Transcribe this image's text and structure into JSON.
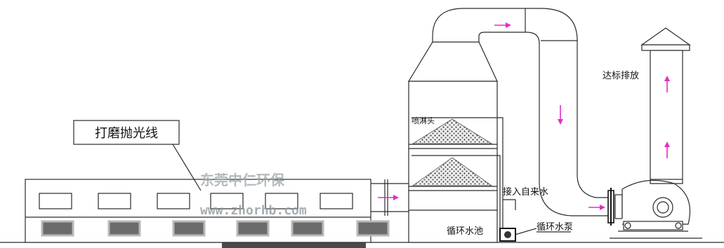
{
  "labels": {
    "grinding_line": "打磨抛光线",
    "watermark_company": "东莞中仁环保",
    "watermark_url": "www.zhorhb.com",
    "spray_head": "喷淋头",
    "tap_water": "接入自来水",
    "circulation_pool": "循环水池",
    "circulation_pump": "循环水泵",
    "discharge": "达标排放"
  },
  "colors": {
    "line": "#2a2a2a",
    "flow_arrow": "#e02ec8",
    "dark_block": "#6b6b6b",
    "base_bar": "#4a4a4a"
  },
  "icons": [
    "flow-arrow-icon",
    "pump-icon",
    "fan-icon"
  ]
}
